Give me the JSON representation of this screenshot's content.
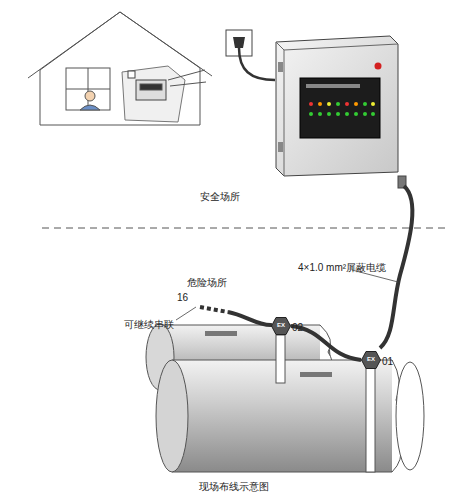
{
  "diagram": {
    "caption": "现场布线示意图",
    "nodes": [
      {
        "text": [
          "EX",
          "02"
        ]
      },
      {
        "text": [
          "EX",
          "01"
        ]
      }
    ],
    "edges": [
      {
        "from": 1,
        "to": 0,
        "arrow": "none"
      }
    ],
    "labels": [
      "安全场所",
      "危险场所",
      "4×1.0 mm²屏蔽电缆",
      "16",
      "可继续串联"
    ]
  }
}
